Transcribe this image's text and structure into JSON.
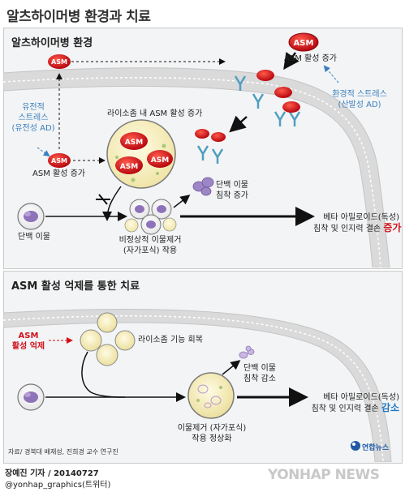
{
  "title": "알츠하이머병 환경과 치료",
  "section1": {
    "heading": "알츠하이머병 환경",
    "asm_active_top": "ASM 활성 증가",
    "env_stress_line1": "환경적 스트레스",
    "env_stress_line2": "(산발성 AD)",
    "genetic_stress_line1": "유전적",
    "genetic_stress_line2": "스트레스",
    "genetic_stress_line3": "(유전성 AD)",
    "asm_active_left": "ASM 활성 증가",
    "lysosome_label": "라이소좀 내 ASM 활성 증가",
    "protein_aggregate": "단백 이물",
    "protein_deposit_line1": "단백 이물",
    "protein_deposit_line2": "침착 증가",
    "abnormal_removal_line1": "비정상적 이물제거",
    "abnormal_removal_line2": "(자가포식) 작용",
    "outcome_line1": "베타 아밀로이드(독성)",
    "outcome_line2": "침착 및 인지력 결손",
    "outcome_emph": "증가"
  },
  "section2": {
    "heading": "ASM 활성 억제를 통한 치료",
    "asm_inhibit_line1": "ASM",
    "asm_inhibit_line2": "활성 억제",
    "lysosome_recovery": "라이소좀 기능 회복",
    "protein_deposit_line1": "단백 이물",
    "protein_deposit_line2": "침착 감소",
    "removal_line1": "이물제거 (자가포식)",
    "removal_line2": "작용 정상화",
    "outcome_line1": "베타 아밀로이드(독성)",
    "outcome_line2": "침착 및 인지력 결손",
    "outcome_emph": "감소"
  },
  "asm_label": "ASM",
  "source": "자료/ 경북대 배재성, 진희경 교수 연구진",
  "logo_text": "연합뉴스",
  "credit_line1": "장예진 기자 / 20140727",
  "credit_line2": "@yonhap_graphics(트위터)",
  "watermark": "YONHAP NEWS",
  "colors": {
    "asm_red": "#d0111b",
    "emphasis_red": "#d0111b",
    "emphasis_blue": "#1f78c1",
    "stress_blue": "#3a7fbf",
    "lysosome_fill": "#f7f1c6",
    "membrane": "#d9d9d9"
  }
}
